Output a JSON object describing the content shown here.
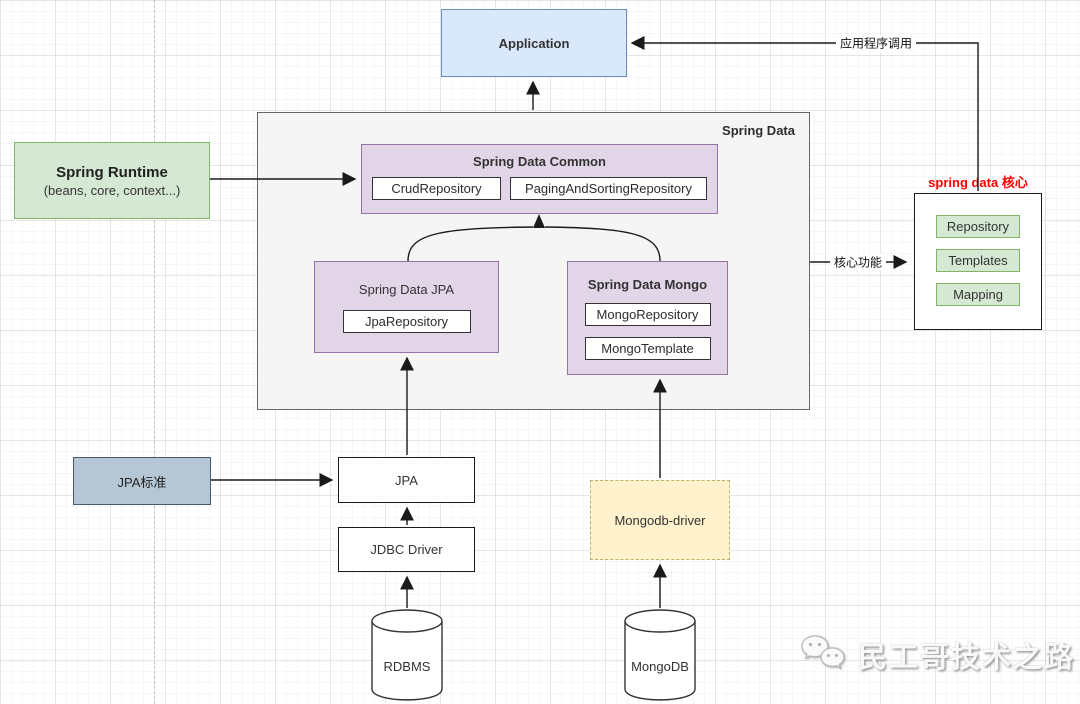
{
  "diagram": {
    "application": {
      "label": "Application"
    },
    "spring_data": {
      "label": "Spring Data"
    },
    "spring_data_common": {
      "title": "Spring Data Common",
      "items": [
        "CrudRepository",
        "PagingAndSortingRepository"
      ]
    },
    "spring_data_jpa": {
      "title": "Spring Data JPA",
      "items": [
        "JpaRepository"
      ]
    },
    "spring_data_mongo": {
      "title": "Spring Data Mongo",
      "items": [
        "MongoRepository",
        "MongoTemplate"
      ]
    },
    "spring_runtime": {
      "title": "Spring Runtime",
      "subtitle": "(beans, core, context...)"
    },
    "jpa_standard": {
      "label": "JPA标准"
    },
    "jpa": {
      "label": "JPA"
    },
    "jdbc_driver": {
      "label": "JDBC Driver"
    },
    "rdbms": {
      "label": "RDBMS"
    },
    "mongodb_driver": {
      "label": "Mongodb-driver"
    },
    "mongodb": {
      "label": "MongoDB"
    },
    "core": {
      "caption": "spring data 核心",
      "items": [
        "Repository",
        "Templates",
        "Mapping"
      ]
    },
    "edge_labels": {
      "app_call": "应用程序调用",
      "core_function": "核心功能"
    },
    "watermark": {
      "text": "民工哥技术之路",
      "icon": "wechat-icon"
    },
    "colors": {
      "node_blue": "#dae8fc",
      "node_blue_border": "#6c8ebf",
      "node_purple": "#e1d5e7",
      "node_purple_border": "#9673a6",
      "node_green": "#d5e8d4",
      "node_green_border": "#82b366",
      "node_yellow": "#fff2cc",
      "node_yellow_border": "#aeb868",
      "node_bluegray": "#b5c7d5",
      "container_gray": "#f5f5f5",
      "highlight_red": "#ff0000"
    }
  }
}
